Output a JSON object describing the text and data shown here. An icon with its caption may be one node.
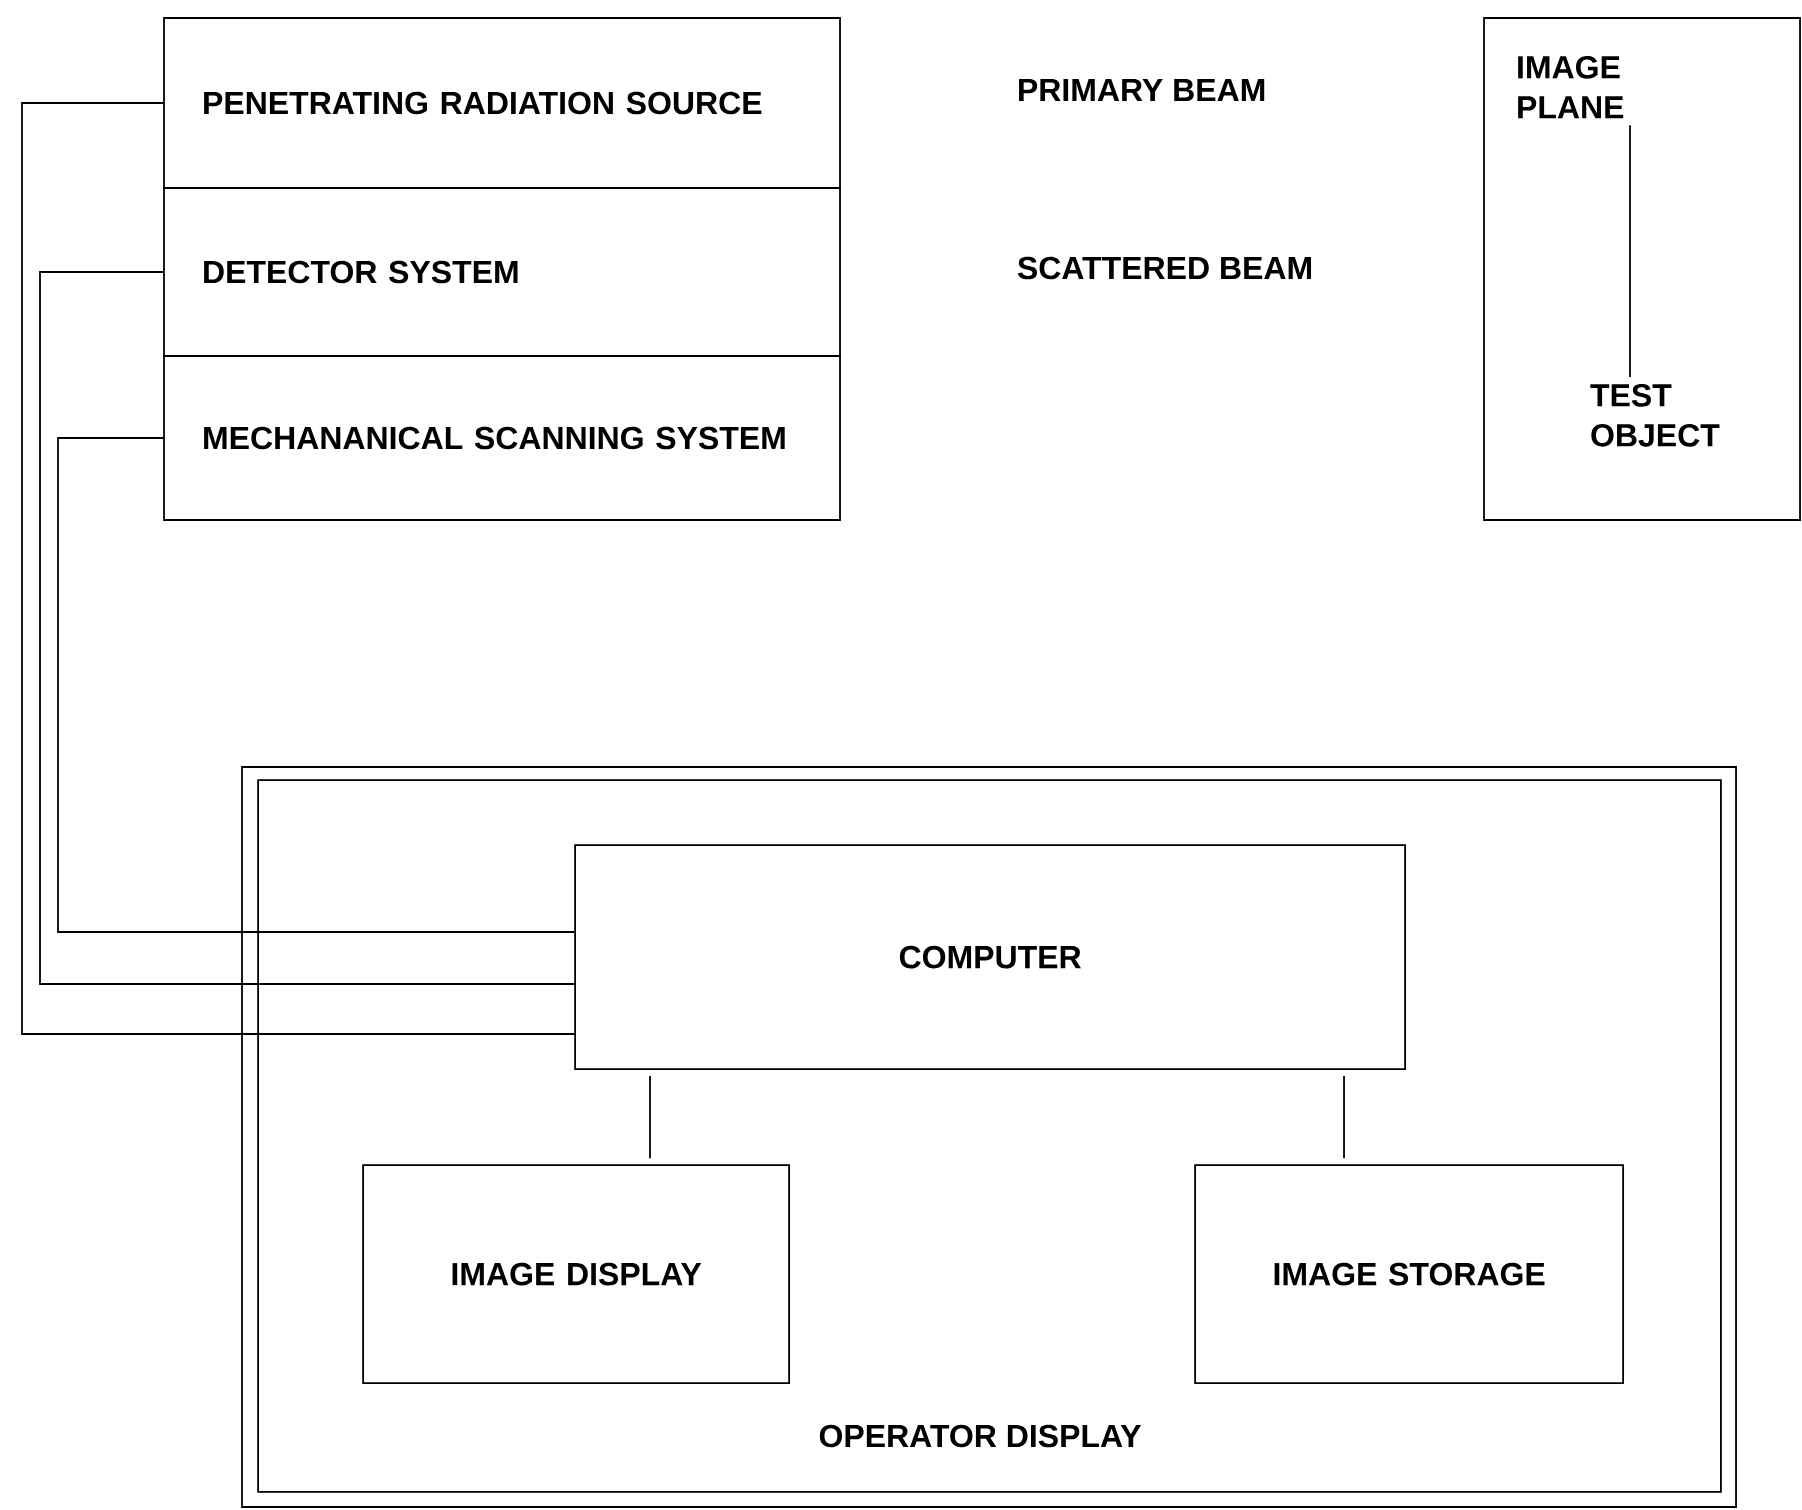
{
  "diagram": {
    "nodes": [
      {
        "text": [
          "PENETRATING RADIATION SOURCE"
        ]
      },
      {
        "text": [
          "DETECTOR SYSTEM"
        ]
      },
      {
        "text": [
          "MECHANANICAL SCANNING SYSTEM"
        ]
      },
      {
        "text": [],
        "shape": "box"
      },
      {
        "text": [
          "IMAGE PLANE"
        ],
        "in": 3
      },
      {
        "text": [
          "TEST OBJECT"
        ],
        "in": 3
      },
      {
        "text": [
          "OPERATOR DISPLAY"
        ]
      },
      {
        "text": [
          "COMPUTER"
        ],
        "in": 6
      },
      {
        "text": [
          "IMAGE DISPLAY"
        ],
        "in": 6
      },
      {
        "text": [
          "IMAGE STORAGE"
        ],
        "in": 6
      }
    ],
    "edges": [
      {
        "from": 0,
        "to": 7,
        "arrow": "none"
      },
      {
        "from": 1,
        "to": 7,
        "arrow": "none"
      },
      {
        "from": 2,
        "to": 7,
        "arrow": "none"
      },
      {
        "from": 7,
        "to": 8,
        "arrow": "none"
      },
      {
        "from": 7,
        "to": 9,
        "arrow": "none"
      },
      {
        "from": 4,
        "to": 5,
        "arrow": "none"
      }
    ],
    "labels": [
      "PRIMARY BEAM",
      "SCATTERED BEAM"
    ]
  }
}
